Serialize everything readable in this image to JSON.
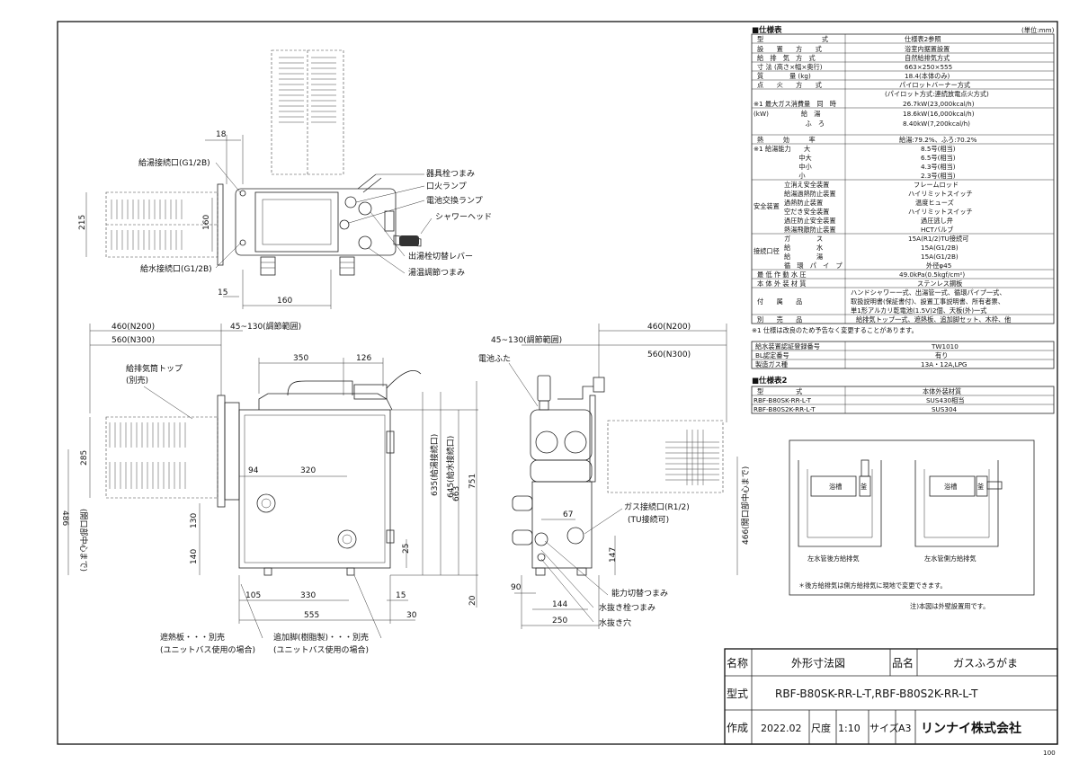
{
  "views": {
    "top": {
      "dims": [
        "18",
        "215",
        "160",
        "15",
        "160"
      ],
      "labels": {
        "hot_conn": "給湯接続口(G1/2B)",
        "water_conn": "給水接続口(G1/2B)",
        "stopper_knob": "器具栓つまみ",
        "pilot_lamp": "口火ランプ",
        "battery_lamp": "電池交換ランプ",
        "shower_head": "シャワーヘッド",
        "outlet_lever": "出湯栓切替レバー",
        "temp_knob": "湯温調節つまみ"
      }
    },
    "front": {
      "dims_top": [
        "460(N200)",
        "560(N300)",
        "45~130(調節範囲)",
        "350",
        "126"
      ],
      "dims_side": [
        "285",
        "486",
        "(開口部中心まで)",
        "130",
        "140",
        "94",
        "320",
        "25",
        "635(給湯接続口)",
        "645(給水接続口)",
        "663",
        "751",
        "20"
      ],
      "dims_bottom": [
        "105",
        "330",
        "15",
        "555",
        "30"
      ],
      "labels": {
        "chimney_top": "給排気筒トップ",
        "chimney_top_sub": "(別売)",
        "heat_shield": "遮熱板・・・別売",
        "heat_shield_sub": "(ユニットバス使用の場合)",
        "extra_leg": "追加脚(樹脂製)・・・別売",
        "extra_leg_sub": "(ユニットバス使用の場合)"
      }
    },
    "side": {
      "dims_top": [
        "45~130(調節範囲)",
        "460(N200)",
        "560(N300)"
      ],
      "dims_other": [
        "67",
        "147",
        "90",
        "144",
        "250",
        "466(開口部中心まで)"
      ],
      "labels": {
        "battery_cover": "電池ふた",
        "gas_conn": "ガス接続口(R1/2)",
        "gas_conn_sub": "(TU接続可)",
        "power_knob": "能力切替つまみ",
        "drain_knob": "水抜き栓つまみ",
        "drain_hole": "水抜き穴"
      }
    }
  },
  "spec_table": {
    "title": "■仕様表",
    "unit": "(単位:mm)",
    "rows": [
      {
        "k": "型　　　　　　　　　式",
        "v": "仕様表2参照"
      },
      {
        "k": "設　　置　　方　　式",
        "v": "浴室内据置設置"
      },
      {
        "k": "給　排　気　方　式",
        "v": "自然給排気方式"
      },
      {
        "k": "寸 法 (高さ×幅×奥行)",
        "v": "663×250×555"
      },
      {
        "k": "質　　　　量 (kg)",
        "v": "18.4(本体のみ)"
      },
      {
        "k": "点　　火　　方　　式",
        "v": "パイロットバーナー方式"
      },
      {
        "k": "",
        "v": "(パイロット方式:連続放電点火方式)"
      },
      {
        "k": "※1 最大ガス消費量　同　時",
        "v": "26.7kW(23,000kcal/h)"
      },
      {
        "k": "(kW)　　　　　給　湯",
        "v": "18.6kW(16,000kcal/h)"
      },
      {
        "k": "　　　　　　　　ふ　ろ",
        "v": "8.40kW(7,200kcal/h)"
      },
      {
        "k": "熱　　　効　　　率",
        "v": "給湯:79.2%、ふろ:70.2%"
      },
      {
        "k": "※1 給湯能力　　大",
        "v": "8.5号(相当)"
      },
      {
        "k": "　　　　　　　中大",
        "v": "6.5号(相当)"
      },
      {
        "k": "　　　　　　　中小",
        "v": "4.3号(相当)"
      },
      {
        "k": "　　　　　　　小",
        "v": "2.3号(相当)"
      },
      {
        "k": "立消え安全装置",
        "v": "フレームロッド"
      },
      {
        "k": "給湯過熱防止装置",
        "v": "ハイリミットスイッチ"
      },
      {
        "k": "過熱防止装置",
        "v": "温度ヒューズ"
      },
      {
        "k": "空だき安全装置",
        "v": "ハイリミットスイッチ"
      },
      {
        "k": "過圧防止安全装置",
        "v": "過圧逃し弁"
      },
      {
        "k": "熱湯飛散防止装置",
        "v": "HCTバルブ"
      },
      {
        "k": "ガ　　　　ス",
        "v": "15A(R1/2)TU接続可"
      },
      {
        "k": "給　　　　水",
        "v": "15A(G1/2B)"
      },
      {
        "k": "給　　　　湯",
        "v": "15A(G1/2B)"
      },
      {
        "k": "循　環　パ　イ　プ",
        "v": "外径φ45"
      },
      {
        "k": "最 低 作 動 水 圧",
        "v": "49.0kPa(0.5kgf/cm²)"
      },
      {
        "k": "本 体 外 装 材 質",
        "v": "ステンレス鋼板"
      },
      {
        "k": "付　　属　　品",
        "v": "ハンドシャワー一式、出湯管一式、循環パイプ一式、"
      },
      {
        "k": "",
        "v": "取扱説明書(保証書付)、設置工事説明書、所有者票、"
      },
      {
        "k": "",
        "v": "単1形アルカリ乾電池(1.5V)2個、天板(外)一式"
      },
      {
        "k": "別　　売　　品",
        "v": "給排気トップ一式、遮熱板、追加脚セット、木枠、他"
      }
    ],
    "side_groups": {
      "safety": "安全装置",
      "conn": "接続口径",
      "sub_kw": "(kW)"
    },
    "note": "※1 仕様は改良のため予告なく変更することがあります。"
  },
  "cert_table": {
    "rows": [
      {
        "k": "給水装置認証登録番号",
        "v": "TW1010"
      },
      {
        "k": "BL認定番号",
        "v": "有り"
      },
      {
        "k": "製造ガス種",
        "v": "13A・12A,LPG"
      }
    ]
  },
  "spec_table2": {
    "title": "■仕様表2",
    "header": {
      "k": "型　　　　　式",
      "v": "本体外装材質"
    },
    "rows": [
      {
        "k": "RBF-B80SK-RR-L-T",
        "v": "SUS430相当"
      },
      {
        "k": "RBF-B80S2K-RR-L-T",
        "v": "SUS304"
      }
    ]
  },
  "install_diagram": {
    "left_label": "浴槽",
    "left_sub": "釜",
    "left_caption": "左水管後方給排気",
    "right_label": "浴槽",
    "right_sub": "釜",
    "right_caption": "左水管側方給排気",
    "note": "＊後方給排気は側方給排気に現地で変更できます。"
  },
  "wall_note": "注)本図は外壁設置用です。",
  "title_block": {
    "name_label": "名称",
    "name_value": "外形寸法図",
    "product_label": "品名",
    "product_value": "ガスふろがま",
    "model_label": "型式",
    "model_value": "RBF-B80SK-RR-L-T,RBF-B80S2K-RR-L-T",
    "made_label": "作成",
    "made_value": "2022.02",
    "scale_label": "尺度",
    "scale_value": "1:10",
    "size_label": "サイズ",
    "size_value": "A3",
    "company": "リンナイ株式会社",
    "sheet_no": "100"
  },
  "colors": {
    "line": "#222222",
    "background": "#ffffff"
  }
}
